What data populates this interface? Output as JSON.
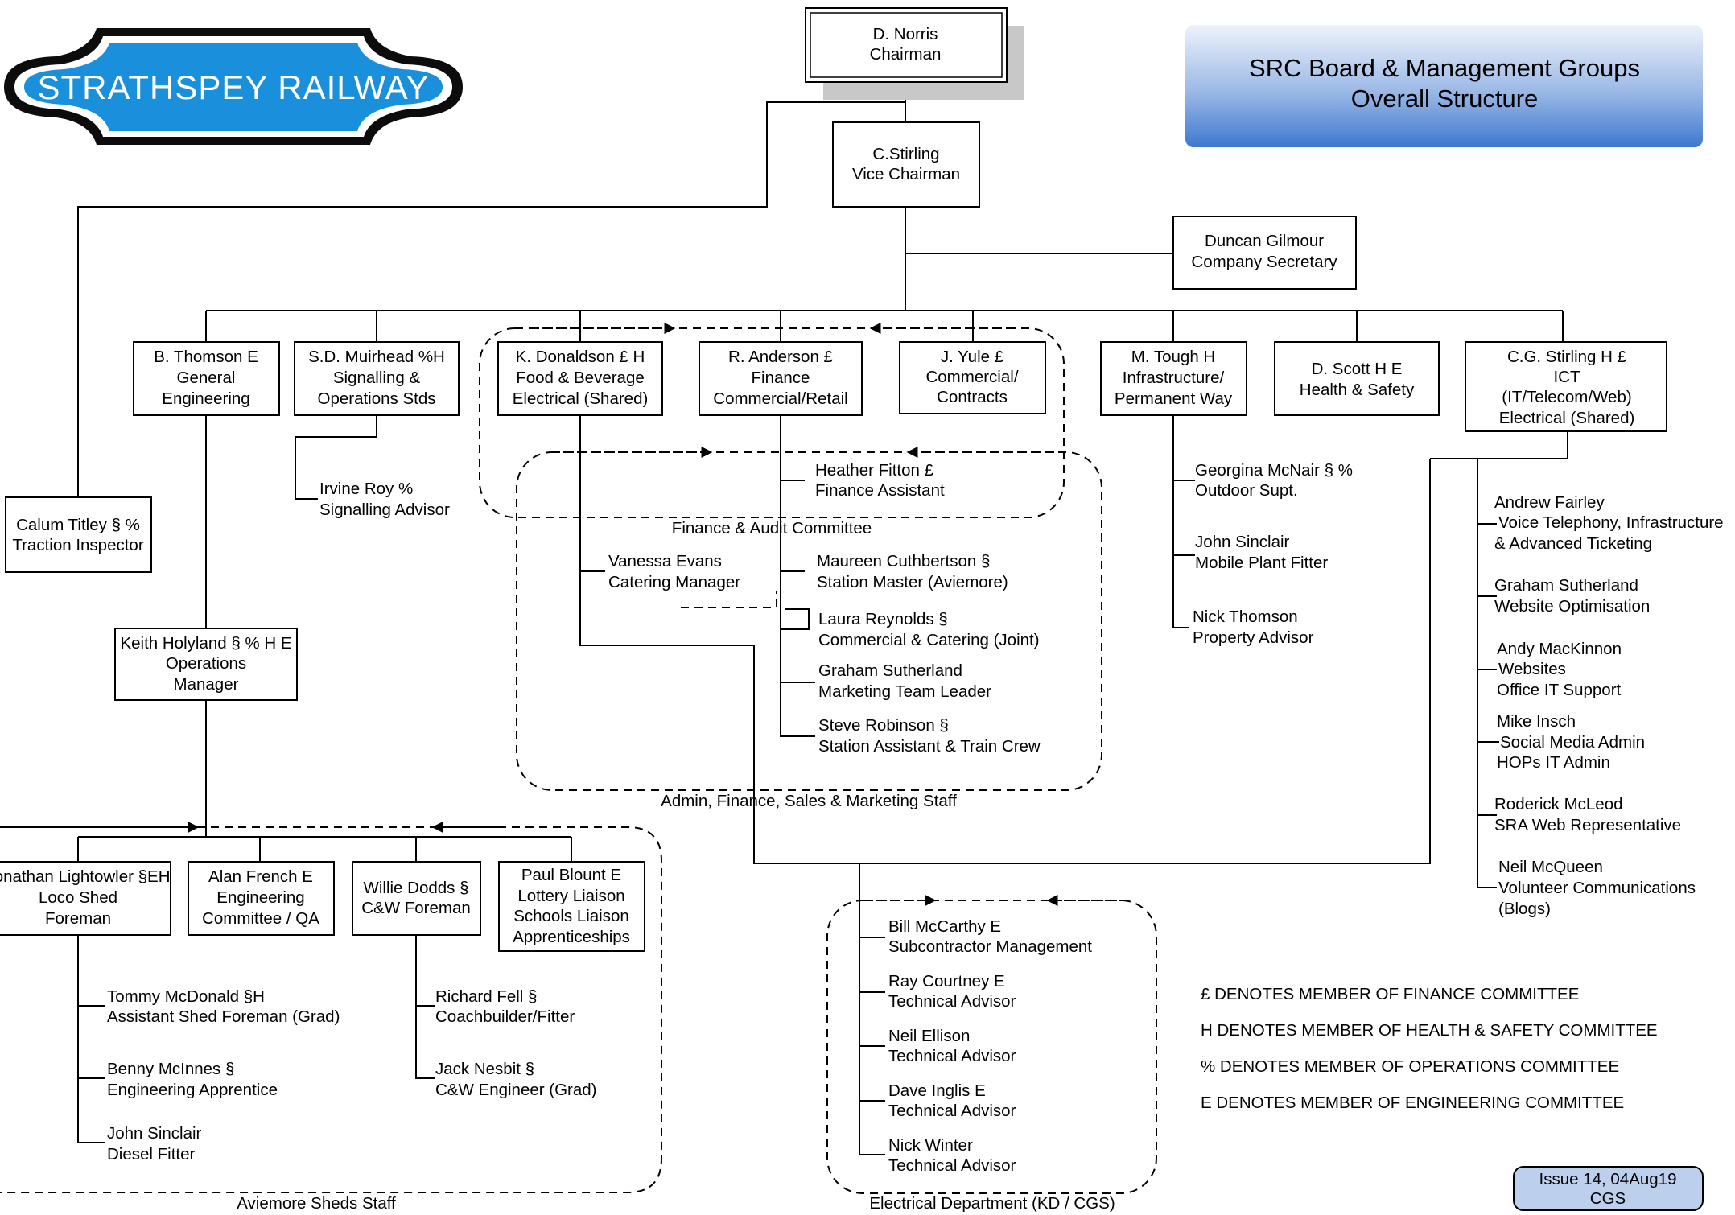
{
  "logo": {
    "text": "STRATHSPEY RAILWAY"
  },
  "title": {
    "line1": "SRC Board & Management Groups",
    "line2": "Overall Structure"
  },
  "people": {
    "norris": [
      "D. Norris",
      "Chairman"
    ],
    "stirling_c": [
      "C.Stirling",
      "Vice Chairman"
    ],
    "gilmour": [
      "Duncan Gilmour",
      "Company Secretary"
    ],
    "thomson": [
      "B. Thomson E",
      "General",
      "Engineering"
    ],
    "muirhead": [
      "S.D. Muirhead %H",
      "Signalling &",
      "Operations Stds"
    ],
    "donaldson": [
      "K. Donaldson £ H",
      "Food & Beverage",
      "Electrical (Shared)"
    ],
    "anderson": [
      "R. Anderson £",
      "Finance",
      "Commercial/Retail"
    ],
    "yule": [
      "J. Yule £",
      "Commercial/",
      "Contracts"
    ],
    "tough": [
      "M. Tough H",
      "Infrastructure/",
      "Permanent Way"
    ],
    "scott": [
      "D. Scott H E",
      "Health & Safety"
    ],
    "stirling_cg": [
      "C.G. Stirling H £",
      "ICT",
      "(IT/Telecom/Web)",
      "Electrical (Shared)"
    ],
    "titley": [
      "Calum Titley § %",
      "Traction Inspector"
    ],
    "holyland": [
      "Keith Holyland § % H E",
      "Operations",
      "Manager"
    ],
    "lightowler": [
      "Jonathan Lightowler §EH",
      "Loco Shed",
      "Foreman"
    ],
    "french": [
      "Alan French  E",
      "Engineering",
      "Committee / QA"
    ],
    "dodds": [
      "Willie Dodds §",
      "C&W Foreman"
    ],
    "blount": [
      "Paul Blount  E",
      "Lottery Liaison",
      "Schools Liaison",
      "Apprenticeships"
    ]
  },
  "staff": {
    "roy": [
      "Irvine Roy %",
      "Signalling Advisor"
    ],
    "fitton": [
      "Heather Fitton  £",
      "Finance Assistant"
    ],
    "evans": [
      "Vanessa Evans",
      "Catering Manager"
    ],
    "cuthbertson": [
      "Maureen Cuthbertson §",
      "Station Master (Aviemore)"
    ],
    "reynolds": [
      "Laura Reynolds §",
      "Commercial & Catering (Joint)"
    ],
    "sutherland_m": [
      "Graham Sutherland",
      "Marketing Team Leader"
    ],
    "robinson": [
      "Steve Robinson §",
      "Station Assistant & Train Crew"
    ],
    "mcnair": [
      "Georgina McNair § %",
      "Outdoor Supt."
    ],
    "sinclair_j": [
      "John Sinclair",
      "Mobile Plant Fitter"
    ],
    "thomson_n": [
      "Nick Thomson",
      "Property Advisor"
    ],
    "fairley": [
      "Andrew Fairley",
      "Voice Telephony, Infrastructure",
      "& Advanced Ticketing"
    ],
    "sutherland_w": [
      "Graham Sutherland",
      "Website Optimisation"
    ],
    "mackinnon": [
      "Andy MacKinnon",
      "Websites",
      "Office IT Support"
    ],
    "insch": [
      "Mike Insch",
      "Social Media Admin",
      "HOPs IT Admin"
    ],
    "mcleod": [
      "Roderick McLeod",
      "SRA Web Representative"
    ],
    "mcqueen": [
      "Neil McQueen",
      "Volunteer Communications",
      "(Blogs)"
    ],
    "mcdonald": [
      "Tommy McDonald §H",
      "Assistant Shed Foreman (Grad)"
    ],
    "mcinnes": [
      "Benny McInnes §",
      "Engineering Apprentice"
    ],
    "sinclair_d": [
      "John Sinclair",
      "Diesel Fitter"
    ],
    "fell": [
      "Richard Fell §",
      "Coachbuilder/Fitter"
    ],
    "nesbit": [
      "Jack Nesbit §",
      "C&W Engineer (Grad)"
    ],
    "mccarthy": [
      "Bill McCarthy E",
      "Subcontractor Management"
    ],
    "courtney": [
      "Ray Courtney E",
      "Technical Advisor"
    ],
    "ellison": [
      "Neil Ellison",
      "Technical Advisor"
    ],
    "inglis": [
      "Dave Inglis E",
      "Technical Advisor"
    ],
    "winter": [
      "Nick Winter",
      "Technical Advisor"
    ]
  },
  "groups": {
    "finance_audit": "Finance & Audit Committee",
    "admin_staff": "Admin, Finance, Sales & Marketing Staff",
    "aviemore": "Aviemore Sheds Staff",
    "electrical": "Electrical Department (KD / CGS)"
  },
  "legend": [
    "£  DENOTES MEMBER OF FINANCE COMMITTEE",
    "H  DENOTES MEMBER OF HEALTH & SAFETY COMMITTEE",
    "%  DENOTES MEMBER OF OPERATIONS COMMITTEE",
    "E  DENOTES MEMBER OF ENGINEERING COMMITTEE"
  ],
  "issue": [
    "Issue 14, 04Aug19",
    "CGS"
  ],
  "colors": {
    "logo_blue": "#1a8fdc",
    "title_top": "#e8eef8",
    "title_bottom": "#3f78cf"
  }
}
